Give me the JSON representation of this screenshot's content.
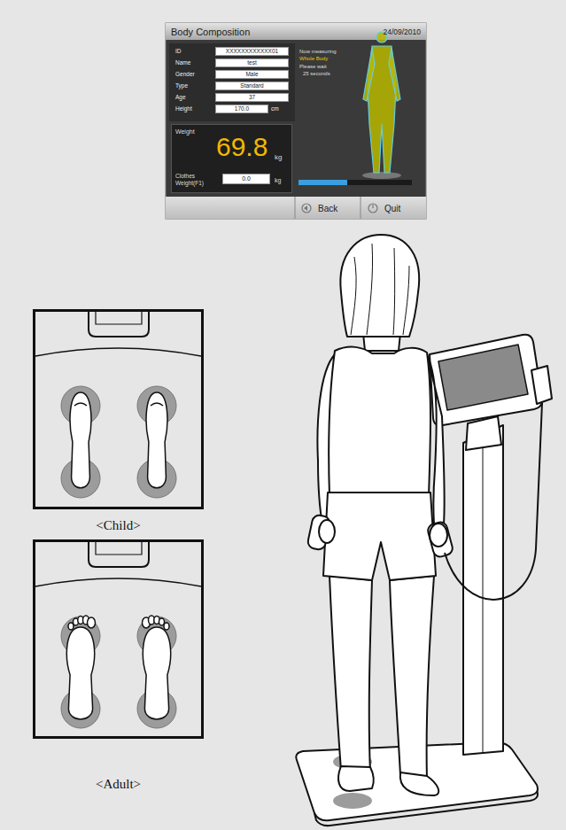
{
  "diagram": {
    "nodes": [
      {
        "text": [
          "Body Composition",
          "24/09/2010"
        ]
      },
      {
        "text": [
          "XXXXXXXXXXXX01"
        ],
        "in": 0
      },
      {
        "text": [
          "test"
        ],
        "in": 0
      },
      {
        "text": [
          "Male"
        ],
        "in": 0
      },
      {
        "text": [
          "Standard"
        ],
        "in": 0
      },
      {
        "text": [
          "37"
        ],
        "in": 0
      },
      {
        "text": [
          "170.0"
        ],
        "in": 0
      },
      {
        "text": [
          "Weight",
          "69.8",
          "kg",
          "Clothes Weight(F1)",
          "kg"
        ],
        "in": 0
      },
      {
        "text": [
          "0.0"
        ],
        "in": 7
      },
      {
        "text": [
          "Back"
        ],
        "in": 0
      },
      {
        "text": [
          "Quit"
        ],
        "in": 0
      },
      {
        "text": [
          "<Child>"
        ]
      },
      {
        "text": [
          "<Adult>"
        ]
      }
    ],
    "labels": [
      "ID",
      "Name",
      "Gender",
      "Type",
      "Age",
      "Height",
      "cm",
      "Now measuring",
      "Whole Body",
      "Please wait",
      "25 seconds"
    ]
  }
}
